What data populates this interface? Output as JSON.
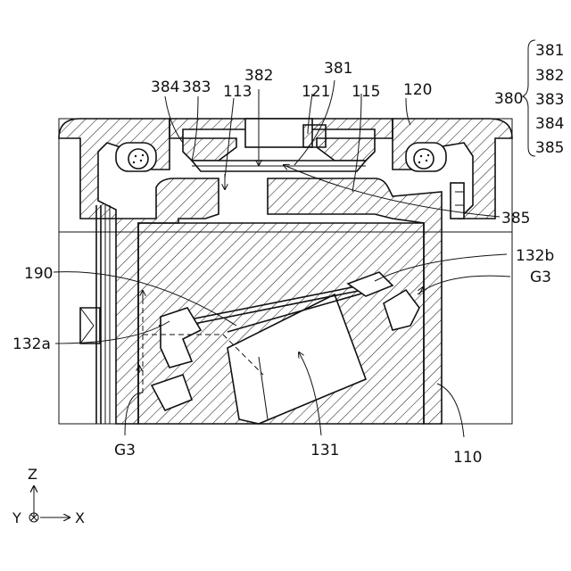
{
  "labels": {
    "l381": "381",
    "l382": "382",
    "l383": "383",
    "l384": "384",
    "l385": "385",
    "l380": "380",
    "l113": "113",
    "l121": "121",
    "l115": "115",
    "l120": "120",
    "l190": "190",
    "l132a": "132a",
    "l132b": "132b",
    "lg3a": "G3",
    "lg3b": "G3",
    "l131": "131",
    "l110": "110",
    "l385b": "385"
  },
  "bracket_items": [
    "381",
    "382",
    "383",
    "384",
    "385"
  ],
  "axes": {
    "z": "Z",
    "x": "X",
    "y": "Y"
  }
}
